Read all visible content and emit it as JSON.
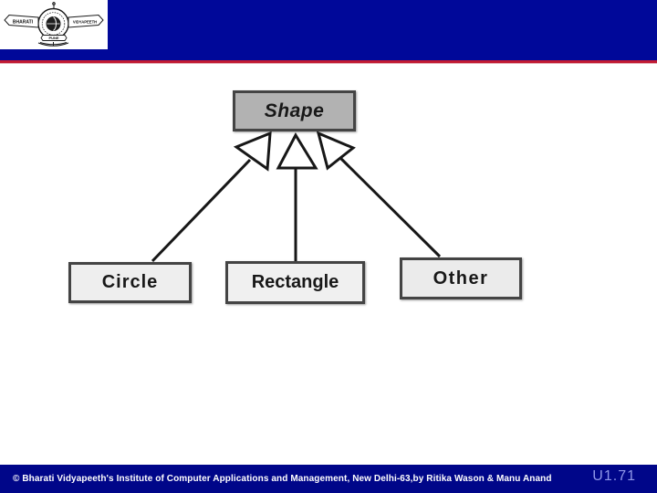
{
  "slide": {
    "background_color": "#ffffff"
  },
  "header": {
    "bar_color": "#000899",
    "accent_line_color": "#c11b33",
    "logo": {
      "institution_left": "BHARATI",
      "institution_right": "VIDYAPEETH",
      "city": "PUNE"
    }
  },
  "diagram": {
    "type": "uml-class-inheritance",
    "relationship": "generalization",
    "parent": "Shape",
    "children": [
      "Circle",
      "Rectangle",
      "Other"
    ],
    "box_fill_parent": "#b0b0b0",
    "box_fill_children": "#e9e9e9",
    "line_color": "#1c1c1c"
  },
  "footer": {
    "bar_color": "#000689",
    "copyright": "© Bharati Vidyapeeth's Institute of Computer Applications and Management, New Delhi-63,by Ritika Wason & Manu Anand",
    "page_number": "U1.71"
  }
}
